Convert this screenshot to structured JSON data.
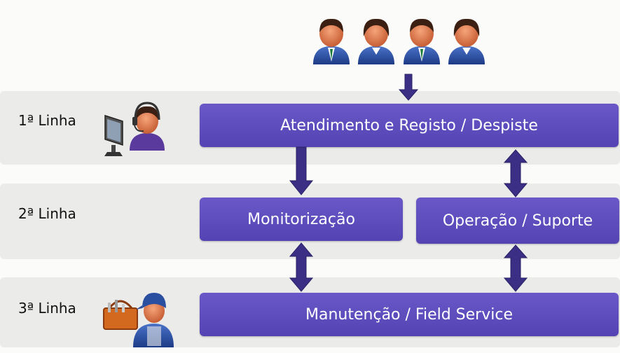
{
  "diagram": {
    "levels": [
      {
        "label": "1ª Linha"
      },
      {
        "label": "2ª Linha"
      },
      {
        "label": "3ª Linha"
      }
    ],
    "boxes": {
      "atendimento": "Atendimento e Registo / Despiste",
      "monitorizacao": "Monitorização",
      "operacao": "Operação / Suporte",
      "manutencao": "Manutenção / Field Service"
    }
  },
  "colors": {
    "box": "#5a49be",
    "arrow": "#3a2f85",
    "band": "#ebebea",
    "shirt_blue": "#2b4fa0",
    "skin": "#e07a50",
    "hair": "#3a1f12"
  },
  "icons": {
    "users": [
      "user-icon",
      "user-icon",
      "user-icon",
      "user-icon"
    ],
    "first_line": "helpdesk-operator-icon",
    "third_line": "technician-toolbox-icon"
  }
}
